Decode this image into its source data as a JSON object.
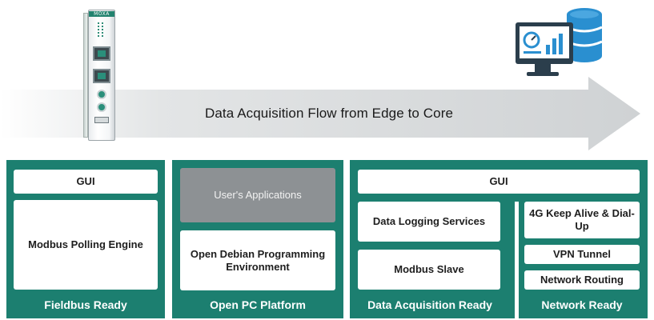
{
  "flow": {
    "label": "Data Acquisition Flow from Edge to Core"
  },
  "device": {
    "brand": "MOXA"
  },
  "panels": {
    "fieldbus": {
      "gui": "GUI",
      "engine": "Modbus Polling Engine",
      "footer": "Fieldbus Ready"
    },
    "openpc": {
      "apps": "User's Applications",
      "env": "Open Debian Programming Environment",
      "footer": "Open PC Platform"
    },
    "right": {
      "gui": "GUI"
    },
    "daq": {
      "logging": "Data Logging Services",
      "slave": "Modbus Slave",
      "footer": "Data Acquisition Ready"
    },
    "network": {
      "keepalive": "4G Keep Alive & Dial-Up",
      "vpn": "VPN Tunnel",
      "routing": "Network Routing",
      "footer": "Network Ready"
    }
  },
  "colors": {
    "panel": "#1c7f70",
    "arrow": "#d6d8da",
    "apps_box": "#8d9194",
    "icon_blue": "#2a8fd0",
    "icon_dark": "#2b3e4c"
  },
  "icons": [
    "device-gateway-icon",
    "monitor-database-icon"
  ]
}
